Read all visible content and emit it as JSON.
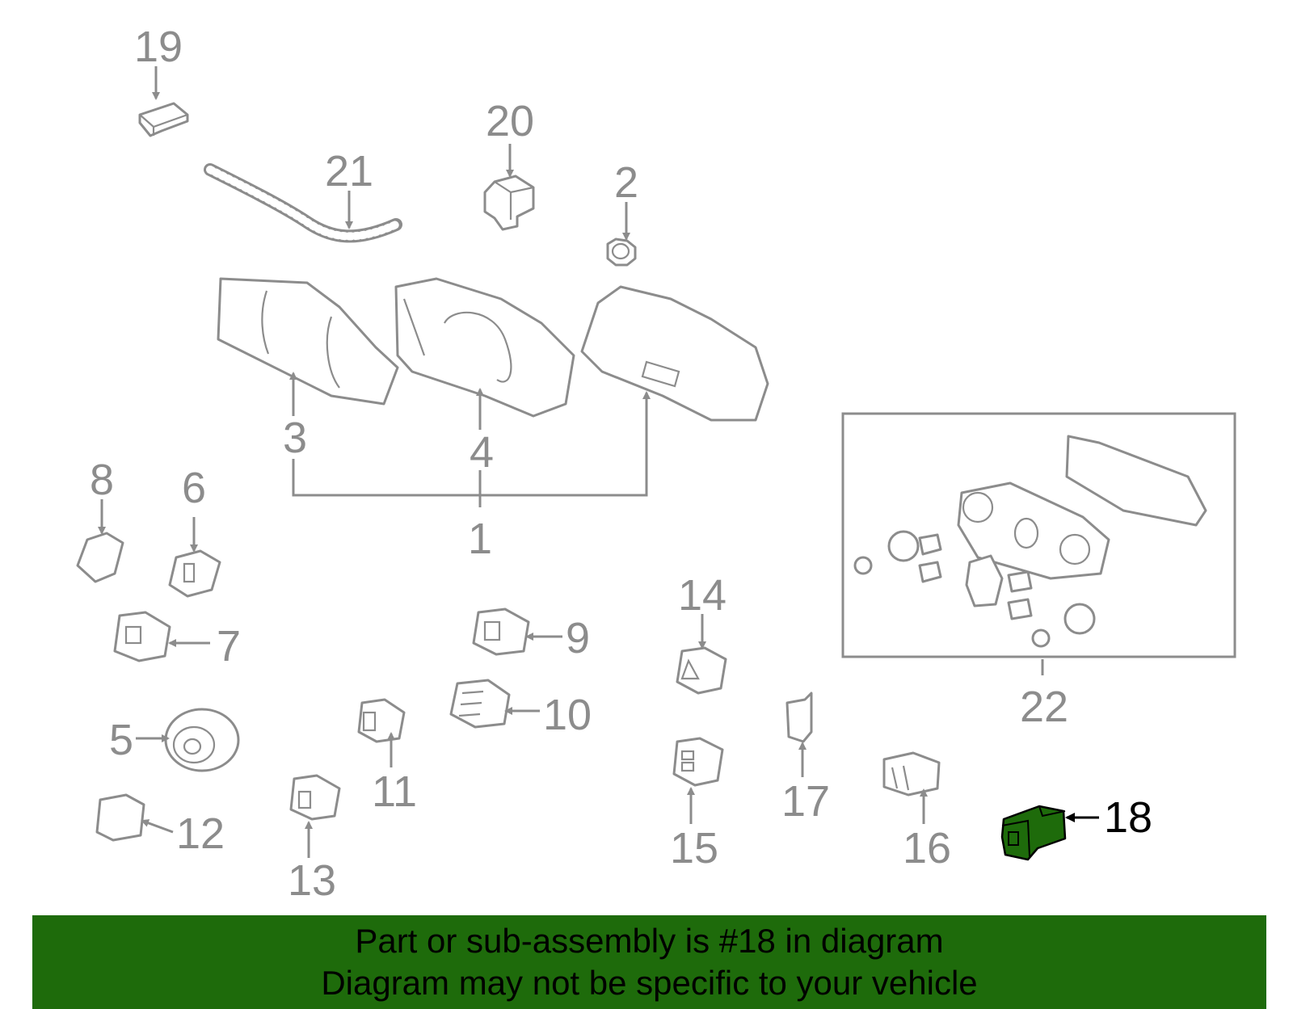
{
  "diagram": {
    "callouts": [
      "1",
      "2",
      "3",
      "4",
      "5",
      "6",
      "7",
      "8",
      "9",
      "10",
      "11",
      "12",
      "13",
      "14",
      "15",
      "16",
      "17",
      "18",
      "19",
      "20",
      "21",
      "22"
    ],
    "highlighted_part": "18",
    "highlight_color": "#1e6b0b",
    "line_color": "#8c8c8c"
  },
  "banner": {
    "line1": "Part or sub-assembly is #18 in diagram",
    "line2": "Diagram may not be specific to your vehicle",
    "background": "#1e6b0b"
  }
}
